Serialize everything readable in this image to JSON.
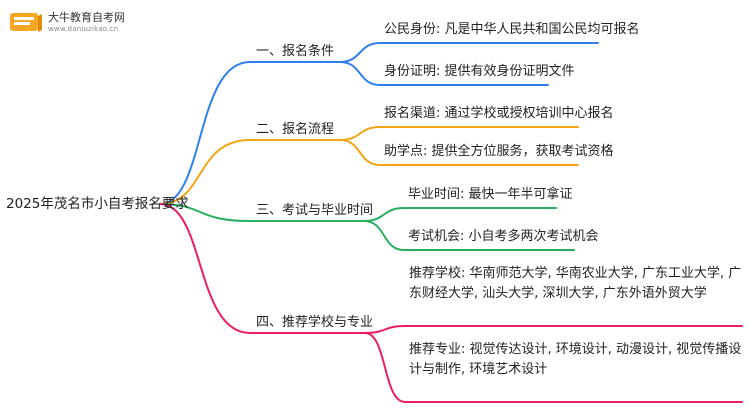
{
  "brand": {
    "name": "大牛教育自考网",
    "url": "www.daniuzikao.cn",
    "colors": {
      "orange": "#f5a623",
      "dark": "#333333"
    }
  },
  "root": {
    "label": "2025年茂名市小自考报名要求"
  },
  "colors": {
    "blue": "#2f80ed",
    "orange": "#f2a516",
    "green": "#27ae60",
    "pink": "#e91e63"
  },
  "branches": [
    {
      "label": "一、报名条件",
      "color": "blue",
      "leaves": [
        "公民身份: 凡是中华人民共和国公民均可报名",
        "身份证明: 提供有效身份证明文件"
      ]
    },
    {
      "label": "二、报名流程",
      "color": "orange",
      "leaves": [
        "报名渠道: 通过学校或授权培训中心报名",
        "助学点: 提供全方位服务，获取考试资格"
      ]
    },
    {
      "label": "三、考试与毕业时间",
      "color": "green",
      "leaves": [
        "毕业时间: 最快一年半可拿证",
        "考试机会: 小自考多两次考试机会"
      ]
    },
    {
      "label": "四、推荐学校与专业",
      "color": "pink",
      "leaves": [
        "推荐学校: 华南师范大学, 华南农业大学, 广东工业大学, 广东财经大学, 汕头大学, 深圳大学, 广东外语外贸大学",
        "推荐专业: 视觉传达设计, 环境设计, 动漫设计, 视觉传播设计与制作, 环境艺术设计"
      ]
    }
  ]
}
